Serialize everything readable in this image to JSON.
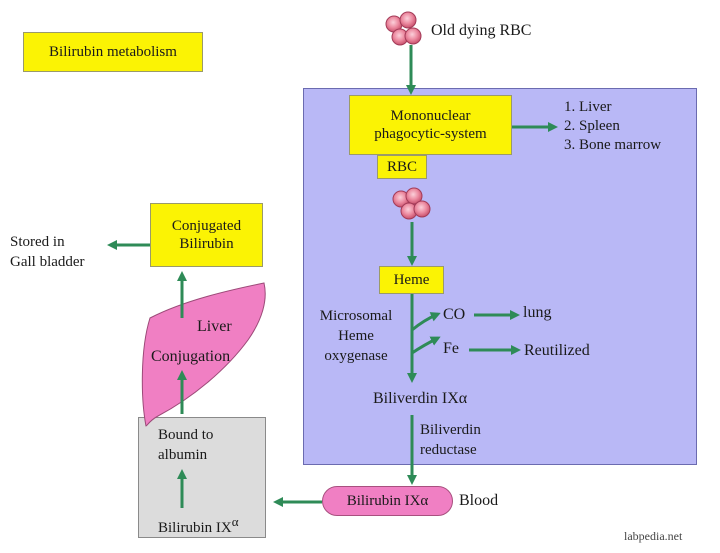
{
  "title": "Bilirubin metabolism",
  "old_rbc": "Old dying RBC",
  "mps": "Mononuclear phagocytic-system",
  "mps_list": [
    "1. Liver",
    "2. Spleen",
    "3. Bone marrow"
  ],
  "rbc": "RBC",
  "heme": "Heme",
  "enzyme": [
    "Microsomal",
    "Heme",
    "oxygenase"
  ],
  "co": "CO",
  "lung": "lung",
  "fe": "Fe",
  "reutilized": "Reutilized",
  "biliverdin": "Biliverdin IXα",
  "reductase": [
    "Biliverdin",
    "reductase"
  ],
  "bilirubin_blood": "Bilirubin IXα",
  "blood": "Blood",
  "gray_top": [
    "Bound to",
    "albumin"
  ],
  "gray_bottom": "Bilirubin IX",
  "gray_bottom_sup": "α",
  "liver": "Liver",
  "conjugation": "Conjugation",
  "conjugated": [
    "Conjugated",
    "Bilirubin"
  ],
  "stored": [
    "Stored in",
    "Gall bladder"
  ],
  "watermark": "labpedia.net",
  "colors": {
    "purple": "#b9b8f6",
    "yellow": "#fbf304",
    "green": "#2e8b57",
    "pink": "#f07fc3",
    "rbc": "#e8748e",
    "gray": "#dcdcdc"
  }
}
